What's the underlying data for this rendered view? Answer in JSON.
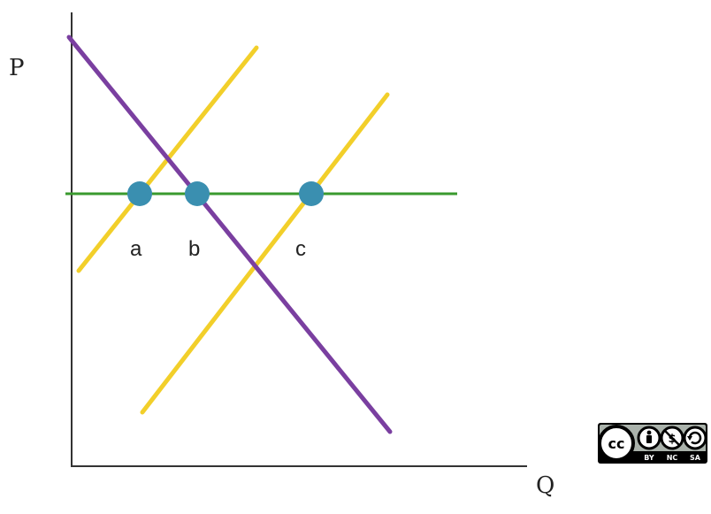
{
  "axes": {
    "y_label": "P",
    "x_label": "Q"
  },
  "points": [
    {
      "id": "a",
      "label": "a"
    },
    {
      "id": "b",
      "label": "b"
    },
    {
      "id": "c",
      "label": "c"
    }
  ],
  "colors": {
    "axis": "#333333",
    "demand_curve": "#7a3fa0",
    "supply_curves": "#f2cf2a",
    "price_line": "#3a9a2e",
    "points": "#3a8fb0"
  },
  "license_badge": {
    "text": [
      "BY",
      "NC",
      "SA"
    ],
    "icon": "creative-commons-by-nc-sa-icon"
  }
}
